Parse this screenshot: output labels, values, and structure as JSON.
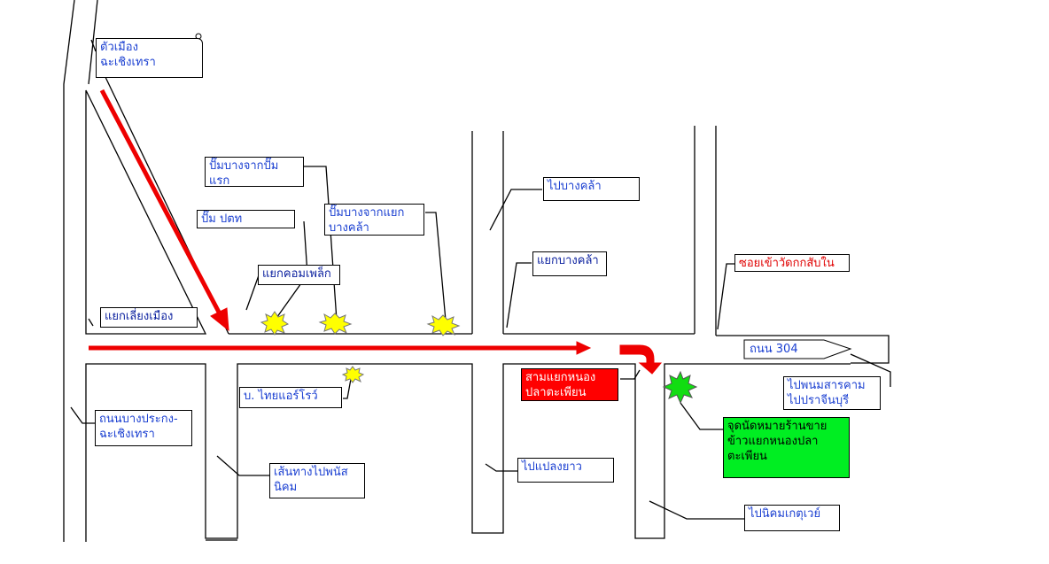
{
  "colors": {
    "road_line": "#000000",
    "route_arrow": "#ee0000",
    "gas_station_burst": "#ffff00",
    "meeting_point_burst": "#11dd11"
  },
  "labels": {
    "city_center": "ตัวเมือง\nฉะเชิงเทรา",
    "gas_bangchak_first": "ปั๊มบางจากปั๊ม\nแรก",
    "gas_ptt": "ปั๊ม ปตท",
    "gas_bangchak_intersection": "ปั๊มบางจากแยก\nบางคล้า",
    "complex_intersection": "แยกคอมเพล็ก",
    "bypass_intersection": "แยกเลี่ยงเมือง",
    "to_bang_khla": "ไปบางคล้า",
    "bang_khla_intersection": "แยกบางคล้า",
    "wat_soi": "ซอยเข้าวัดกกสับใน",
    "road_304": "ถนน 304",
    "to_phanom_sarakham": "ไปพนมสารคาม\nไปปราจีนบุรี",
    "nong_pla_intersection": "สามแยกหนอง\nปลาตะเพียน",
    "meeting_point": "จุดนัดหมายร้านขาย\nข้าวแยกหนองปลา\nตะเพียน",
    "thai_airrow": "บ. ไทยแอร์โรว์",
    "bang_prakong_road": "ถนนบางประกง-\nฉะเชิงเทรา",
    "phanat_nikhom_route": "เส้นทางไปพนัส\nนิคม",
    "to_plaeng_yao": "ไปแปลงยาว",
    "to_kate_way": "ไปนิคมเกตุเวย์"
  }
}
